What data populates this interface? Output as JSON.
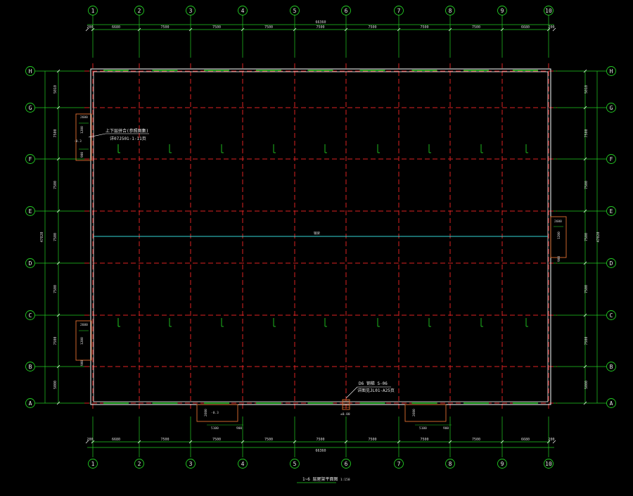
{
  "drawing": {
    "colors": {
      "background": "#000000",
      "axis_green": "#22cc22",
      "grid_red": "#dd2222",
      "wall_white": "#ffffff",
      "mid_cyan": "#33d6d6",
      "detail_orange": "#e07030",
      "text_white": "#e8e8e8"
    },
    "column_axes": [
      "1",
      "2",
      "3",
      "4",
      "5",
      "6",
      "7",
      "8",
      "9",
      "10"
    ],
    "row_axes": [
      "A",
      "B",
      "C",
      "D",
      "E",
      "F",
      "G",
      "H"
    ],
    "top_dimensions": {
      "spans": [
        "200",
        "6680",
        "7500",
        "7500",
        "7500",
        "7500",
        "7500",
        "7500",
        "7500",
        "6680",
        "200"
      ],
      "total": "66360"
    },
    "bottom_dimensions": {
      "spans": [
        "200",
        "6680",
        "7500",
        "7500",
        "7500",
        "7500",
        "7500",
        "7500",
        "7500",
        "6680",
        "200"
      ],
      "total": "66360"
    },
    "left_dimensions": {
      "spans": [
        "5000",
        "7500",
        "7500",
        "7500",
        "7500",
        "7500",
        "5010"
      ],
      "total": "47820"
    },
    "right_dimensions": {
      "spans": [
        "5000",
        "7500",
        "7500",
        "7500",
        "7500",
        "7500",
        "5010"
      ],
      "total": "47820"
    },
    "annotations": {
      "left_note_line1": "上下层拼合(参照图集)",
      "left_note_line2": "详07J501-1-11页",
      "bottom_note_line1": "D6 钢梯 S-06",
      "bottom_note_line2": "详图见JL01-A25页",
      "center_label": "钢梁"
    },
    "detail_dims": {
      "left_box_a": "2600",
      "left_box_b": "1200",
      "left_box_c": "900",
      "left_tag": "-0.3",
      "left_box_d": "2600",
      "left_box_e": "1200",
      "left_box_f": "900",
      "right_box_a": "2600",
      "right_box_b": "1200",
      "right_box_c": "900",
      "bottom_box_a": "5100",
      "bottom_box_b": "900",
      "bottom_box_c": "2600",
      "bottom_tag": "-0.3",
      "bottom_box_d": "5100",
      "bottom_box_e": "900",
      "bottom_box_f": "2600",
      "stair_label": "±0.00"
    },
    "title": {
      "text": "1~6 层屋架平面图",
      "scale": "1:150"
    }
  }
}
